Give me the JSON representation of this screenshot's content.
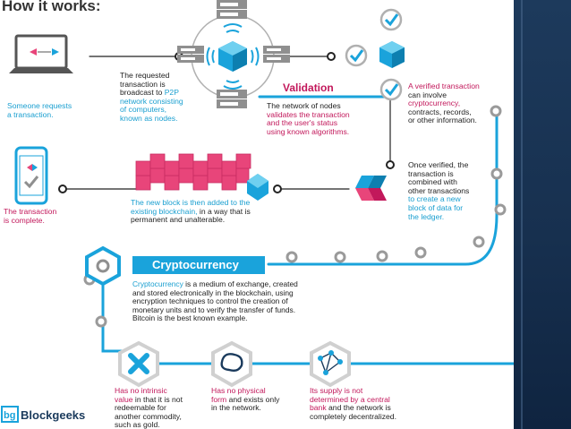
{
  "title": "How it works:",
  "steps": {
    "request": {
      "line1": "Someone requests",
      "line2": "a transaction."
    },
    "broadcast": {
      "l1": "The requested",
      "l2": "transaction is",
      "l3a": "broadcast to ",
      "l3b": "P2P",
      "l4": "network consisting",
      "l5": "of computers,",
      "l6": "known as nodes."
    },
    "validation": {
      "label": "Validation",
      "l1": "The network of nodes",
      "l2": "validates the transaction",
      "l3": "and the user's status",
      "l4": "using known algorithms."
    },
    "verified": {
      "l1": "A verified transaction",
      "l2": "can involve",
      "l3": "cryptocurrency,",
      "l4": "contracts, records,",
      "l5": "or other information."
    },
    "combined": {
      "l1": "Once verified, the",
      "l2": "transaction is",
      "l3": "combined with",
      "l4": "other transactions",
      "l5": "to create a new",
      "l6": "block of data for",
      "l7": "the ledger."
    },
    "added": {
      "l1": "The new block is then added to the",
      "l2a": "existing blockchain,",
      "l2b": " in a way that is",
      "l3": "permanent and unalterable."
    },
    "complete": {
      "line1": "The transaction",
      "line2": "is complete."
    }
  },
  "crypto": {
    "label": "Cryptocurrency",
    "l1a": "Cryptocurrency",
    "l1b": " is a medium of exchange, created",
    "l2": "and stored electronically in the blockchain, using",
    "l3": "encryption techniques to control the creation of",
    "l4": "monetary units and to verify the transfer of funds.",
    "l5": "Bitcoin is the best known example."
  },
  "features": [
    {
      "icon": "x-icon",
      "r1": "Has no intrinsic",
      "r2a": "value",
      "r2b": " in that it is not",
      "r3": "redeemable for",
      "r4": "another commodity,",
      "r5": "such as gold."
    },
    {
      "icon": "map-icon",
      "r1": "Has no physical",
      "r2": "form",
      "r2b": " and exists only",
      "r3": "in the network."
    },
    {
      "icon": "network-icon",
      "r1": "Its supply is not",
      "r2": "determined by a central",
      "r3a": "bank",
      "r3b": " and the network is",
      "r4": "completely decentralized."
    }
  ],
  "brand": {
    "logo_text": "bg",
    "name": "Blockgeeks"
  },
  "colors": {
    "cyan": "#1aa3db",
    "magenta": "#c2185b",
    "pink": "#e8457a",
    "grey": "#8f8f8f",
    "navy": "#17304f"
  }
}
